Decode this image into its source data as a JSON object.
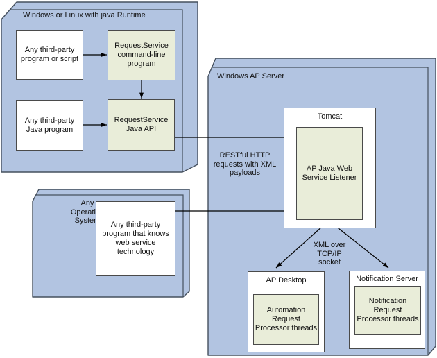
{
  "colors": {
    "container_fill": "#b2c4e1",
    "container_border": "#45505e",
    "box_border": "#4a4a4a",
    "green_fill": "#e9edd9",
    "white_fill": "#ffffff",
    "arrow": "#000000",
    "text": "#111111",
    "background": "#ffffff"
  },
  "containers": {
    "runtime": {
      "label": "Windows or Linux with java Runtime"
    },
    "ap_server": {
      "label": "Windows AP Server"
    },
    "any_os": {
      "label": "Any\nOperating\nSystem"
    }
  },
  "nodes": {
    "third_party_script": "Any third-party\nprogram or script",
    "request_service_cli": "RequestService\ncommand-line\nprogram",
    "third_party_java": "Any third-party\nJava program",
    "request_service_api": "RequestService\nJava API",
    "third_party_web": "Any third-party\nprogram that knows\nweb service\ntechnology",
    "tomcat": "Tomcat",
    "listener": "AP Java Web\nService Listener",
    "ap_desktop": "AP Desktop",
    "automation_threads": "Automation\nRequest\nProcessor threads",
    "notification_server": "Notification Server",
    "notification_threads": "Notification\nRequest\nProcessor threads"
  },
  "edge_labels": {
    "restful": "RESTful HTTP\nrequests with XML\npayloads",
    "xml_socket": "XML over\nTCP/IP\nsocket"
  }
}
